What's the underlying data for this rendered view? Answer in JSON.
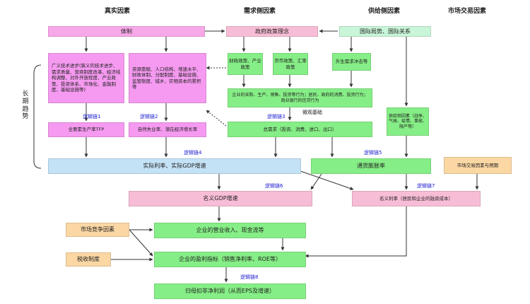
{
  "headers": {
    "real": "真实因素",
    "demand": "需求侧因素",
    "supply": "供给侧因素",
    "market": "市场交易因素"
  },
  "side_label": "长期趋势",
  "nodes": {
    "system": "体制",
    "policy": "政府政策理念",
    "intl": "国际局势、国际关系",
    "tfp_factors": "广义技术进步(狭义的技术进步、需求质量、营商制度改革、经济结构调整、对外开放程度、产业政策、投资体系、市场化、金融制度、基础设施等)",
    "resources": "资源禀赋、人口结构、增速水平、财政体制、分配制度、基础设施、监管制度、城乡、实物资本的累积等",
    "fiscal": "财政政策、产业政策",
    "monetary": "货币政策、汇率政策",
    "external": "外生需求冲击等",
    "agents": "企业的采购、生产、销售、投资等行为；居民、政府的消费、投资行为；商业银行的信贷行为",
    "tfp": "全要素生产率TFP",
    "natural_rate": "自然失业率、潜在经济增长率",
    "aggregate": "总需求（投资、消费、进口、出口）",
    "supply_side": "供给侧因素（战争、气候、疫情、事故、限产等）",
    "market_factor": "市场交易因素与预期",
    "real_rate": "实际利率、实际GDP增速",
    "inflation": "通货膨胀率",
    "nominal_gdp": "名义GDP增速",
    "nominal_rate": "名义利率（居民和企业的融资成本）",
    "competition": "市场竞争因素",
    "tax": "税收制度",
    "revenue": "企业的营业收入、现金流等",
    "profit": "企业的盈利指标（销售净利率、ROE等）",
    "eps": "归母扣非净利润（从而EPS及增速）"
  },
  "chains": {
    "c1": "逻辑链1",
    "c2": "逻辑链2",
    "c3": "逻辑链3",
    "c4": "逻辑链4",
    "c5": "逻辑链5",
    "c6": "逻辑链6",
    "c7": "逻辑链7",
    "c8": "逻辑链8"
  },
  "notes": {
    "micro": "微观基础"
  }
}
